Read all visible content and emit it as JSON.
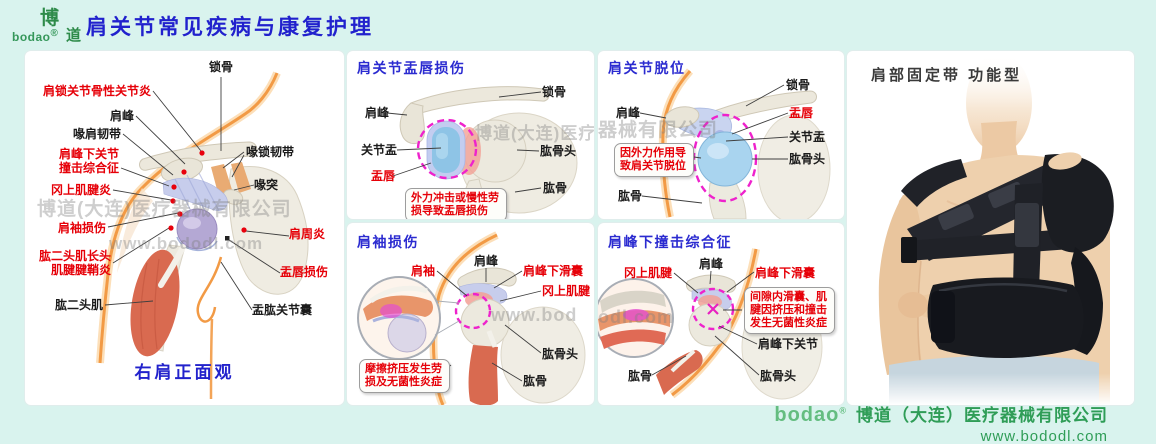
{
  "header": {
    "logo_top": "博",
    "logo_side": "道",
    "logo_script": "bodao",
    "logo_reg": "®",
    "title": "肩关节常见疾病与康复护理"
  },
  "watermarks": {
    "company": "博道(大连)医疗器械有限公司",
    "url": "www.bododl.com",
    "seg_p1": "博道(大连)医疗",
    "seg_p2": "器械有限公司",
    "seg_p3": "www.bod",
    "seg_p4": "odl.com"
  },
  "anatomy": {
    "caption": "右肩正面观",
    "labels": {
      "clavicle": "锁骨",
      "ac_arthritis": "肩锁关节骨性关节炎",
      "acromion": "肩峰",
      "coracoacromial_ligament": "喙肩韧带",
      "impingement": "肩峰下关节撞击综合征",
      "supraspinatus_tendinitis": "冈上肌腱炎",
      "coracoclavicular_ligament": "喙锁韧带",
      "coracoid": "喙突",
      "cuff_injury": "肩袖损伤",
      "frozen_shoulder": "肩周炎",
      "biceps_tenosynovitis": "肱二头肌长头肌腱腱鞘炎",
      "labrum_injury": "盂唇损伤",
      "capsule": "盂肱关节囊",
      "biceps": "肱二头肌"
    }
  },
  "p_labrum": {
    "title": "肩关节盂唇损伤",
    "note": "外力冲击或慢性劳损导致盂唇损伤",
    "labels": {
      "acromion": "肩峰",
      "glenoid": "关节盂",
      "labrum": "盂唇",
      "clavicle": "锁骨",
      "humeral_head": "肱骨头",
      "humerus": "肱骨"
    }
  },
  "p_dislocation": {
    "title": "肩关节脱位",
    "note": "因外力作用导致肩关节脱位",
    "labels": {
      "acromion": "肩峰",
      "clavicle": "锁骨",
      "labrum": "盂唇",
      "glenoid": "关节盂",
      "humeral_head": "肱骨头",
      "humerus": "肱骨"
    }
  },
  "p_cuff": {
    "title": "肩袖损伤",
    "note": "摩擦挤压发生劳损及无菌性炎症",
    "labels": {
      "cuff": "肩袖",
      "acromion": "肩峰",
      "bursa": "肩峰下滑囊",
      "tendon": "冈上肌腱",
      "humeral_head": "肱骨头",
      "humerus": "肱骨"
    }
  },
  "p_impinge": {
    "title": "肩峰下撞击综合征",
    "note": "间隙内滑囊、肌腱因挤压和撞击发生无菌性炎症",
    "labels": {
      "tendon": "冈上肌腱",
      "acromion": "肩峰",
      "bursa": "肩峰下滑囊",
      "joint": "肩峰下关节",
      "humeral_head": "肱骨头",
      "humerus": "肱骨"
    }
  },
  "brace": {
    "title": "肩部固定带 功能型"
  },
  "footer": {
    "logo": "bodao",
    "reg": "®",
    "company": "博道（大连）医疗器械有限公司",
    "url": "www.bododl.com"
  }
}
